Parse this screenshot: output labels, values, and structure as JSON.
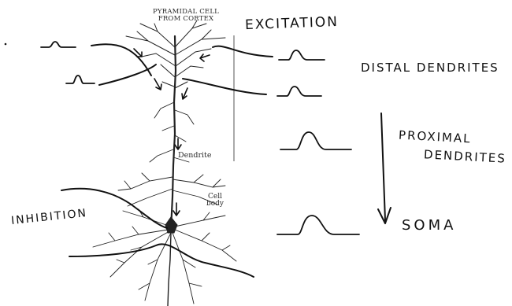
{
  "neuron": {
    "title_line1": "PYRAMIDAL CELL",
    "title_line2": "FROM CORTEX",
    "dendrite_label": "Dendrite",
    "cell_label_line1": "Cell",
    "cell_label_line2": "body"
  },
  "annotations": {
    "excitation": "EXCITATION",
    "distal": "DISTAL DENDRITES",
    "proximal_line1": "PROXIMAL",
    "proximal_line2": "DENDRITES",
    "soma": "SOMA",
    "inhibition": "INHIBITION"
  }
}
